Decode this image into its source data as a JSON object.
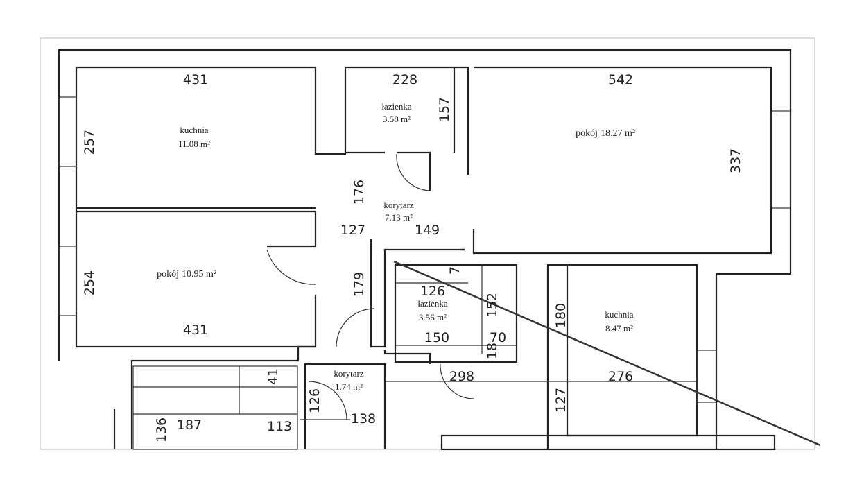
{
  "rooms": [
    {
      "name": "kuchnia",
      "area": "11.08 m²"
    },
    {
      "name": "łazienka",
      "area": "3.58 m²"
    },
    {
      "name": "pokój",
      "area": "18.27 m²"
    },
    {
      "name": "korytarz",
      "area": "7.13 m²"
    },
    {
      "name": "pokój",
      "area": "10.95 m²"
    },
    {
      "name": "łazienka",
      "area": "3.56 m²"
    },
    {
      "name": "kuchnia",
      "area": "8.47 m²"
    },
    {
      "name": "korytarz",
      "area": "1.74 m²"
    }
  ],
  "dimensions": [
    "431",
    "228",
    "542",
    "257",
    "157",
    "337",
    "176",
    "127",
    "149",
    "254",
    "179",
    "431",
    "126",
    "152",
    "150",
    "70",
    "7",
    "18",
    "180",
    "276",
    "298",
    "127",
    "41",
    "126",
    "138",
    "136",
    "187",
    "113"
  ]
}
